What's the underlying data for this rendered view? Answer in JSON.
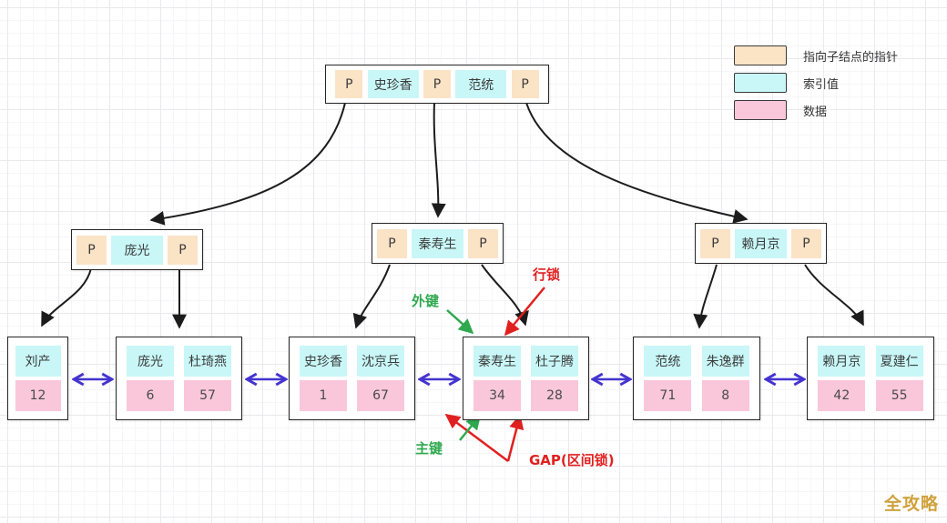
{
  "legend": {
    "items": [
      {
        "label": "指向子结点的指针",
        "color": "#fbe3c6",
        "meaning": "pointer-to-child"
      },
      {
        "label": "索引值",
        "color": "#c9f7f7",
        "meaning": "index-value"
      },
      {
        "label": "数据",
        "color": "#f9c7d9",
        "meaning": "data"
      }
    ]
  },
  "tree": {
    "root": {
      "cells": [
        {
          "type": "pointer",
          "label": "P"
        },
        {
          "type": "index",
          "label": "史珍香"
        },
        {
          "type": "pointer",
          "label": "P"
        },
        {
          "type": "index",
          "label": "范统"
        },
        {
          "type": "pointer",
          "label": "P"
        }
      ]
    },
    "internal": [
      {
        "cells": [
          {
            "type": "pointer",
            "label": "P"
          },
          {
            "type": "index",
            "label": "庞光"
          },
          {
            "type": "pointer",
            "label": "P"
          }
        ]
      },
      {
        "cells": [
          {
            "type": "pointer",
            "label": "P"
          },
          {
            "type": "index",
            "label": "秦寿生"
          },
          {
            "type": "pointer",
            "label": "P"
          }
        ]
      },
      {
        "cells": [
          {
            "type": "pointer",
            "label": "P"
          },
          {
            "type": "index",
            "label": "赖月京"
          },
          {
            "type": "pointer",
            "label": "P"
          }
        ]
      }
    ],
    "leaves": [
      {
        "entries": [
          {
            "key": "刘产",
            "value": "12"
          }
        ]
      },
      {
        "entries": [
          {
            "key": "庞光",
            "value": "6"
          },
          {
            "key": "杜琦燕",
            "value": "57"
          }
        ]
      },
      {
        "entries": [
          {
            "key": "史珍香",
            "value": "1"
          },
          {
            "key": "沈京兵",
            "value": "67"
          }
        ]
      },
      {
        "entries": [
          {
            "key": "秦寿生",
            "value": "34"
          },
          {
            "key": "杜子腾",
            "value": "28"
          }
        ]
      },
      {
        "entries": [
          {
            "key": "范统",
            "value": "71"
          },
          {
            "key": "朱逸群",
            "value": "8"
          }
        ]
      },
      {
        "entries": [
          {
            "key": "赖月京",
            "value": "42"
          },
          {
            "key": "夏建仁",
            "value": "55"
          }
        ]
      }
    ]
  },
  "annotations": {
    "row_lock": "行锁",
    "foreign_key": "外键",
    "primary_key": "主键",
    "gap_lock": "GAP(区间锁)"
  },
  "watermark": "全攻略",
  "colors": {
    "pointer_cell": "#fbe3c6",
    "index_cell": "#c9f7f7",
    "data_cell": "#f9c7d9",
    "tree_edge": "#1c1c1c",
    "leaf_link_blue": "#4434cf",
    "lock_red": "#e02020",
    "key_green": "#2fa84f",
    "watermark_gold": "#cfa13d"
  }
}
